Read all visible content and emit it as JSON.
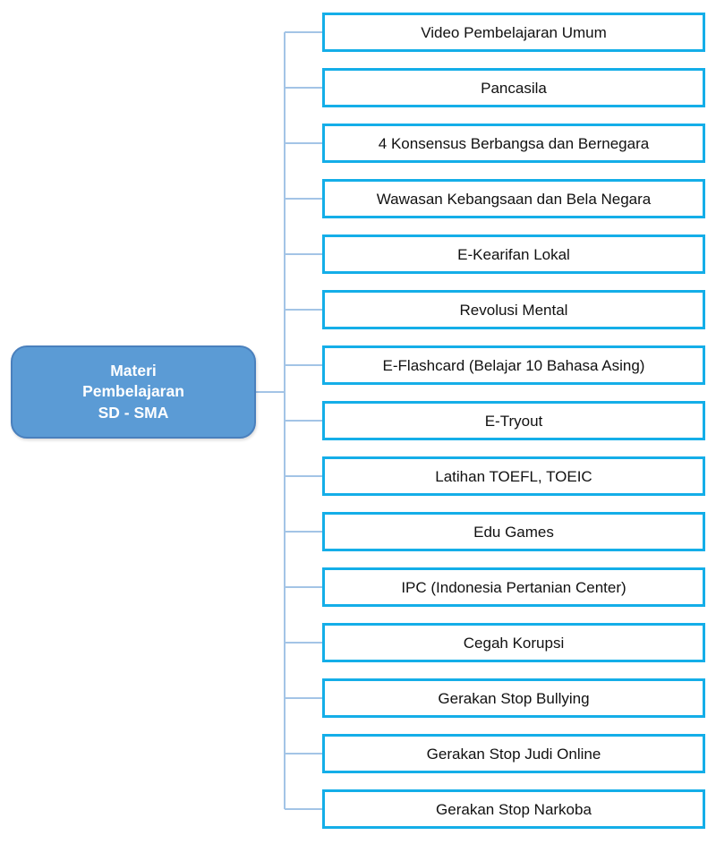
{
  "diagram": {
    "type": "tree",
    "root": {
      "label": "Materi\nPembelajaran\nSD - SMA"
    },
    "children": [
      {
        "label": "Video Pembelajaran Umum"
      },
      {
        "label": "Pancasila"
      },
      {
        "label": "4 Konsensus Berbangsa dan Bernegara"
      },
      {
        "label": "Wawasan Kebangsaan dan Bela Negara"
      },
      {
        "label": "E-Kearifan Lokal"
      },
      {
        "label": "Revolusi Mental"
      },
      {
        "label": "E-Flashcard (Belajar 10 Bahasa Asing)"
      },
      {
        "label": "E-Tryout"
      },
      {
        "label": "Latihan TOEFL, TOEIC"
      },
      {
        "label": "Edu Games"
      },
      {
        "label": "IPC (Indonesia Pertanian Center)"
      },
      {
        "label": "Cegah Korupsi"
      },
      {
        "label": "Gerakan Stop Bullying"
      },
      {
        "label": "Gerakan Stop Judi Online"
      },
      {
        "label": "Gerakan Stop Narkoba"
      }
    ],
    "colors": {
      "root_fill": "#5b9bd5",
      "root_border": "#4a80bd",
      "root_text": "#ffffff",
      "child_fill": "#ffffff",
      "child_border": "#14aee8",
      "child_text": "#111111",
      "connector": "#a3c4e6"
    }
  }
}
